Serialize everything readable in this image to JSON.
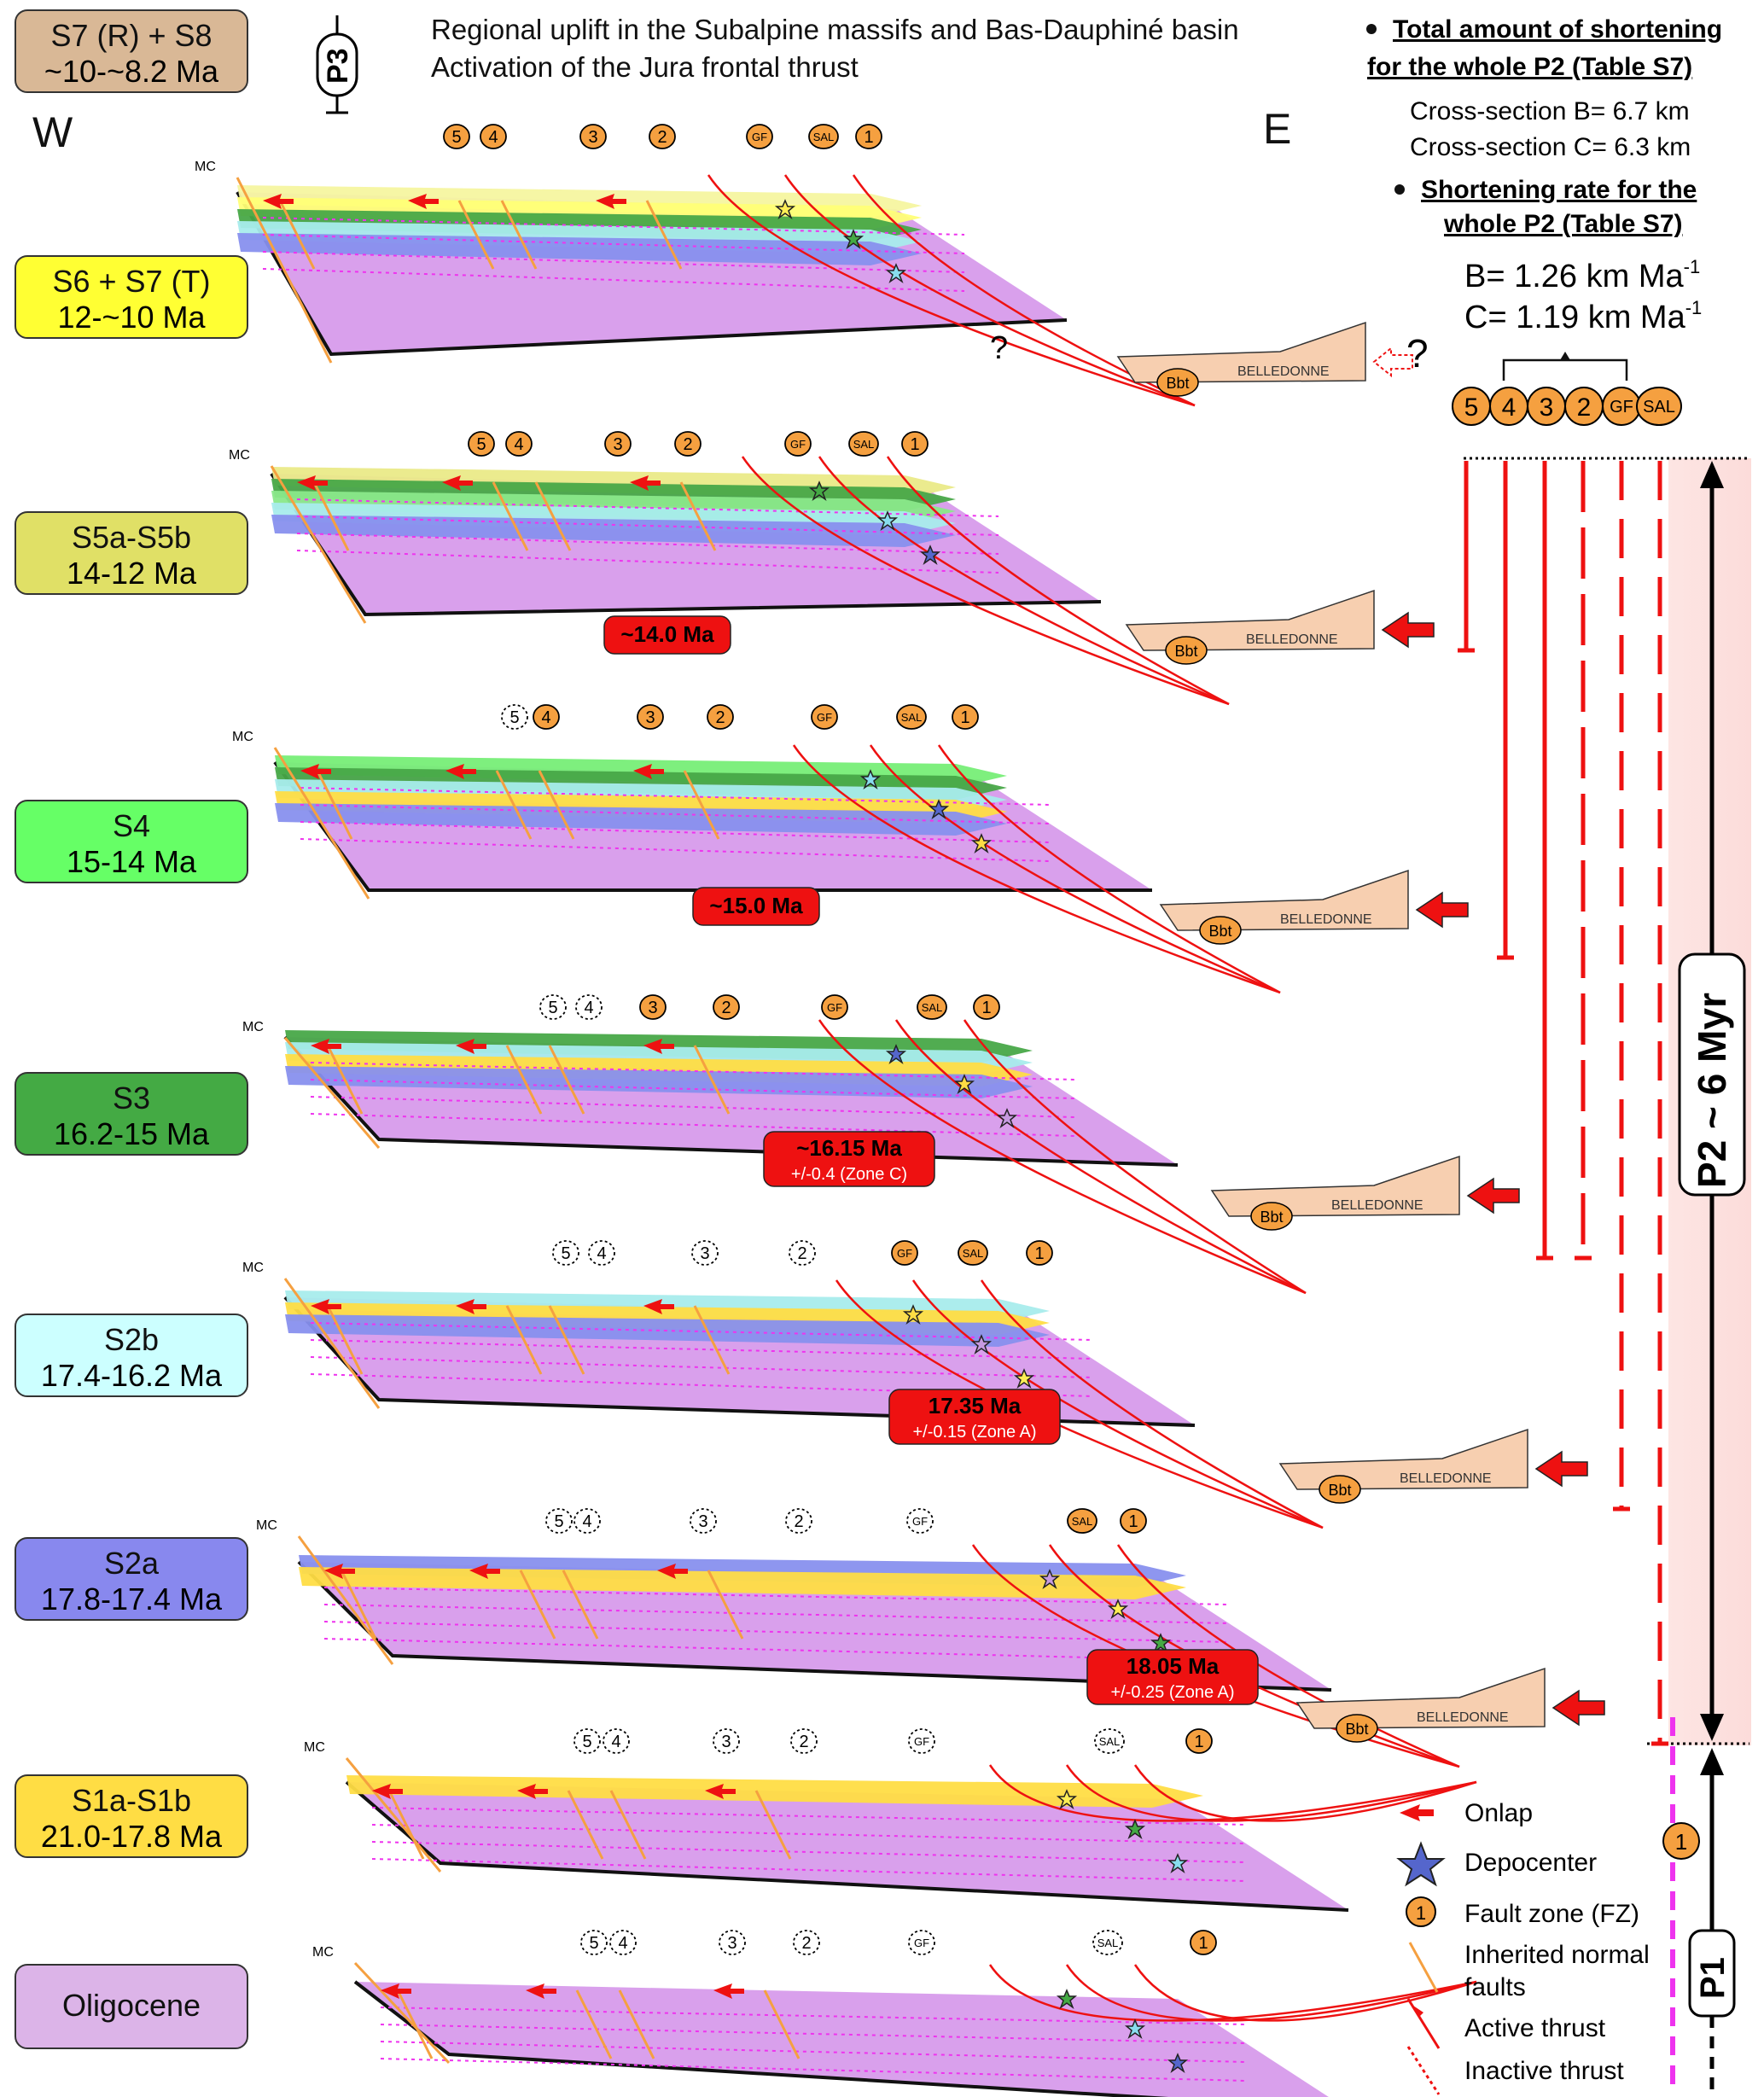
{
  "header": {
    "title_line1": "Regional uplift in the Subalpine massifs and Bas-Dauphiné basin",
    "title_line2": "Activation of the Jura frontal thrust",
    "phase_p3": "P3",
    "west": "W",
    "east": "E"
  },
  "stages": [
    {
      "line1": "S7 (R) + S8",
      "line2": "~10-~8.2 Ma",
      "color": "#d9b896"
    },
    {
      "line1": "S6 + S7 (T)",
      "line2": "12-~10 Ma",
      "color": "#ffff33"
    },
    {
      "line1": "S5a-S5b",
      "line2": "14-12 Ma",
      "color": "#e0e066"
    },
    {
      "line1": "S4",
      "line2": "15-14 Ma",
      "color": "#66ff66"
    },
    {
      "line1": "S3",
      "line2": "16.2-15 Ma",
      "color": "#44aa44"
    },
    {
      "line1": "S2b",
      "line2": "17.4-16.2 Ma",
      "color": "#ccffff"
    },
    {
      "line1": "S2a",
      "line2": "17.8-17.4 Ma",
      "color": "#8888ee"
    },
    {
      "line1": "S1a-S1b",
      "line2": "21.0-17.8 Ma",
      "color": "#ffdd44"
    },
    {
      "line1": "Oligocene",
      "line2": "",
      "color": "#dcb4e8"
    }
  ],
  "sections": [
    {
      "mc": "MC",
      "faults": [
        "5",
        "4",
        "3",
        "2",
        "GF",
        "SAL",
        "1"
      ],
      "massif": "BELLEDONNE",
      "bbt": "Bbt",
      "question": "?"
    },
    {
      "mc": "MC",
      "faults": [
        "5",
        "4",
        "3",
        "2",
        "GF",
        "SAL",
        "1"
      ],
      "massif": "BELLEDONNE",
      "bbt": "Bbt",
      "age_label": "~14.0 Ma"
    },
    {
      "mc": "MC",
      "faults": [
        "5",
        "4",
        "3",
        "2",
        "GF",
        "SAL",
        "1"
      ],
      "massif": "BELLEDONNE",
      "bbt": "Bbt",
      "age_label": "~15.0 Ma"
    },
    {
      "mc": "MC",
      "faults": [
        "5",
        "4",
        "3",
        "2",
        "GF",
        "SAL",
        "1"
      ],
      "massif": "BELLEDONNE",
      "bbt": "Bbt",
      "age_label": "~16.15 Ma",
      "age_sub": "+/-0.4 (Zone C)"
    },
    {
      "mc": "MC",
      "faults": [
        "5",
        "4",
        "3",
        "2",
        "GF",
        "SAL",
        "1"
      ],
      "massif": "BELLEDONNE",
      "bbt": "Bbt",
      "age_label": "17.35 Ma",
      "age_sub": "+/-0.15 (Zone A)"
    },
    {
      "mc": "MC",
      "faults": [
        "5",
        "4",
        "3",
        "2",
        "GF",
        "SAL",
        "1"
      ],
      "massif": "BELLEDONNE",
      "bbt": "Bbt",
      "age_label": "18.05 Ma",
      "age_sub": "+/-0.25 (Zone A)"
    },
    {
      "mc": "MC",
      "faults": [
        "5",
        "4",
        "3",
        "2",
        "GF",
        "SAL",
        "1"
      ]
    },
    {
      "mc": "MC",
      "faults": [
        "5",
        "4",
        "3",
        "2",
        "GF",
        "SAL",
        "1"
      ]
    }
  ],
  "shortening": {
    "heading1": "Total amount of shortening",
    "heading2": "for the whole P2 (Table S7)",
    "section_b": "Cross-section B= 6.7 km",
    "section_c": "Cross-section C= 6.3 km",
    "rate_heading1": "Shortening rate for the",
    "rate_heading2": "whole P2 (Table S7)",
    "rate_b": "B= 1.26 km Ma",
    "rate_c": "C= 1.19 km Ma",
    "rate_exp": "-1",
    "fault_row": [
      "5",
      "4",
      "3",
      "2",
      "GF",
      "SAL"
    ]
  },
  "phases": {
    "p2": "P2 ~ 6 Myr",
    "p1": "P1",
    "fault1": "1"
  },
  "legend": {
    "onlap": "Onlap",
    "depocenter": "Depocenter",
    "fault_zone": "Fault zone (FZ)",
    "fault_zone_num": "1",
    "inherited_1": "Inherited normal",
    "inherited_2": "faults",
    "active": "Active thrust",
    "inactive": "Inactive thrust"
  },
  "colors": {
    "red": "#ee1111",
    "orange": "#f5a040",
    "purple": "#cc77dd",
    "magenta": "#ee33ee"
  }
}
